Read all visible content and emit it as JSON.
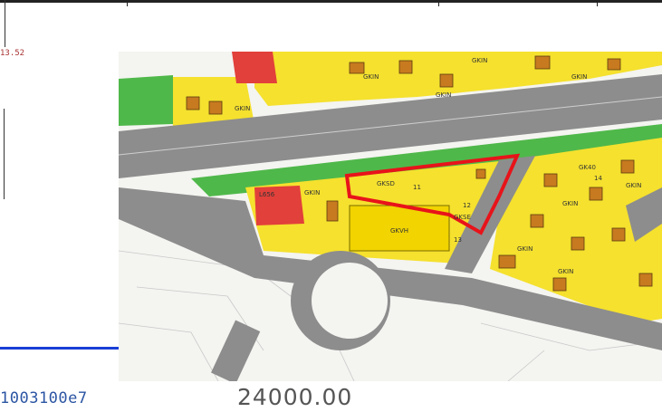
{
  "map": {
    "coord_label_red": "13.52",
    "coord_label_bottom_left": "1003100e7",
    "coord_label_bottom": "24000.00",
    "zones": {
      "gkin": "GKIN",
      "gkvh": "GKVH",
      "gksd": "GKSD",
      "gk40": "GK40",
      "gkse": "GKSE",
      "lag": "L656"
    },
    "plot_numbers": {
      "p11": "11",
      "p12": "12",
      "p13": "13",
      "p14": "14"
    },
    "colors": {
      "residential": "#f5e12e",
      "green": "#4fb84a",
      "road": "#8d8d8d",
      "commercial": "#e2403a",
      "highlight": "#e8131a",
      "axis_blue": "#1a3fd6"
    }
  }
}
